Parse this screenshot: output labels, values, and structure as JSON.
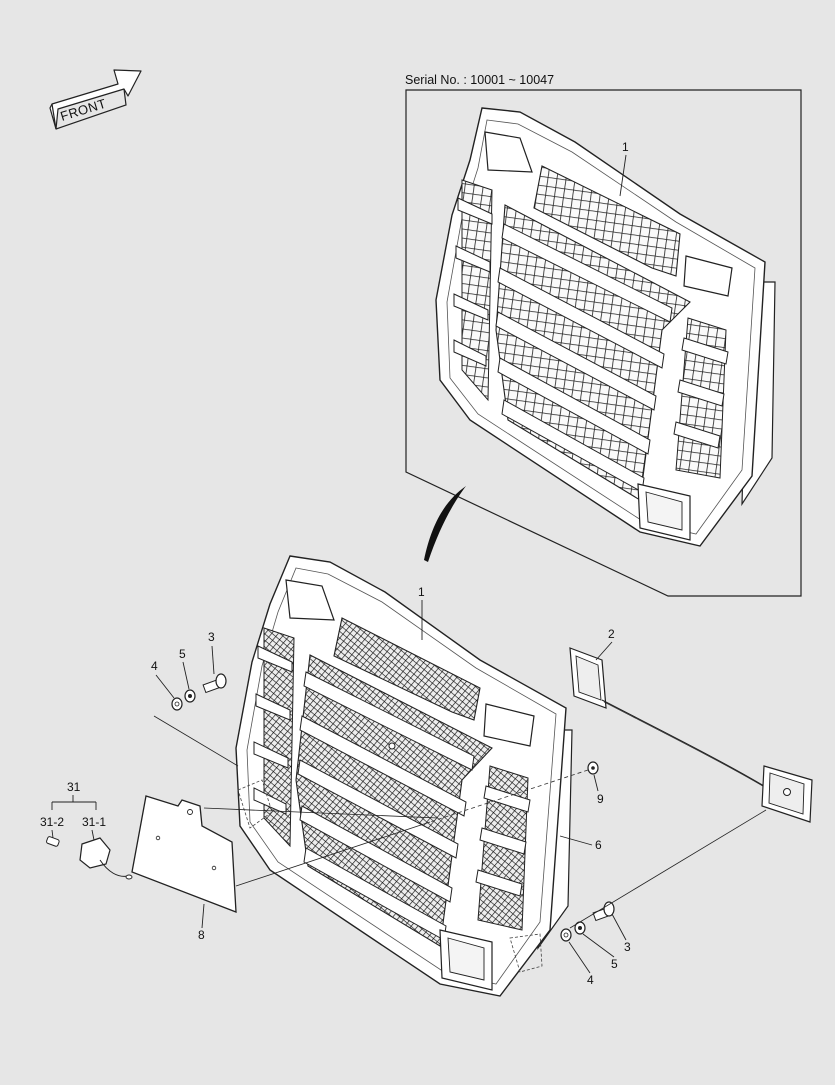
{
  "diagram": {
    "direction_label": "FRONT",
    "serial_label": "Serial No. : 10001 ~ 10047",
    "callouts": {
      "inset_grille": "1",
      "grille": "1",
      "lamp_bracket": "2",
      "bolt_left": "3",
      "bolt_right": "3",
      "washer_left": "4",
      "washer_right": "4",
      "nut_left": "5",
      "nut_right": "5",
      "hinge_side": "6",
      "plate": "8",
      "screw": "9",
      "lamp_assy": "31",
      "bulb": "31-2",
      "lamp": "31-1"
    }
  }
}
